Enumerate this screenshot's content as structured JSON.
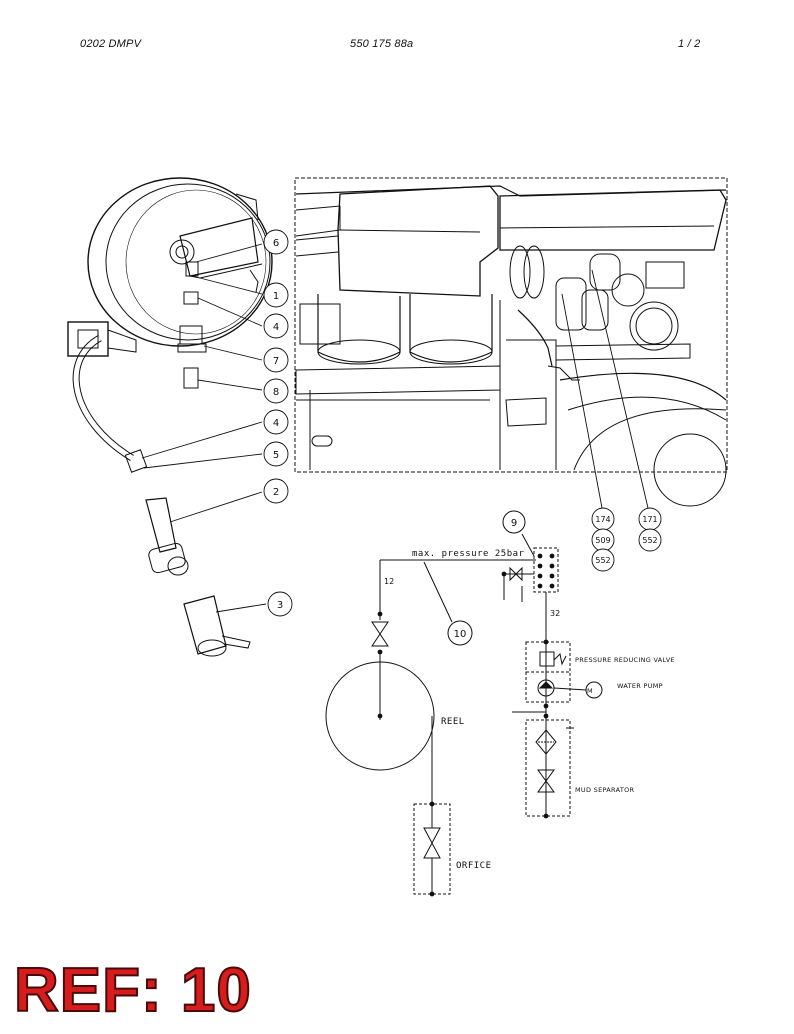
{
  "header": {
    "left": "0202 DMPV",
    "center": "550 175 88a",
    "page": "1 /  2"
  },
  "callouts": {
    "c6": "6",
    "c1": "1",
    "c4a": "4",
    "c7": "7",
    "c8": "8",
    "c4b": "4",
    "c5": "5",
    "c2": "2",
    "c3": "3",
    "c9": "9",
    "c10": "10",
    "c174": "174",
    "c509": "509",
    "c552a": "552",
    "c171": "171",
    "c552b": "552"
  },
  "schematic": {
    "max_pressure": "max. pressure 25bar",
    "line_12": "12",
    "line_32": "32",
    "reel": "REEL",
    "orifice": "ORFICE",
    "pressure_reducing_valve": "PRESSURE REDUCING VALVE",
    "water_pump": "WATER PUMP",
    "mud_separator": "MUD SEPARATOR",
    "motor": "M"
  },
  "stamp": {
    "text": "REF: 10",
    "color": "#d61c1c"
  }
}
